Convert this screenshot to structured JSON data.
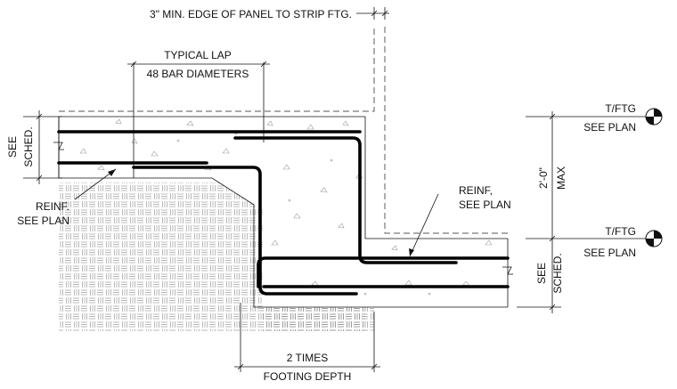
{
  "labels": {
    "edge_note": "3\" MIN. EDGE OF PANEL TO STRIP FTG.",
    "lap_line1": "TYPICAL LAP",
    "lap_line2": "48 BAR DIAMETERS",
    "sched_upper_line1": "SEE",
    "sched_upper_line2": "SCHED.",
    "reinf_left_line1": "REINF.",
    "reinf_left_line2": "SEE PLAN",
    "reinf_mid_line1": "REINF,",
    "reinf_mid_line2": "SEE PLAN",
    "tftg_upper_line1": "T/FTG",
    "tftg_upper_line2": "SEE PLAN",
    "tftg_lower_line1": "T/FTG",
    "tftg_lower_line2": "SEE PLAN",
    "max_dim": "2'-0\"",
    "max_word": "MAX",
    "sched_lower_line1": "SEE",
    "sched_lower_line2": "SCHED.",
    "times_line1": "2 TIMES",
    "times_line2": "FOOTING DEPTH"
  },
  "colors": {
    "line": "#111111",
    "rebar": "#000000",
    "dashed": "#777777",
    "hatch": "#8a8a8a",
    "background": "#ffffff"
  }
}
